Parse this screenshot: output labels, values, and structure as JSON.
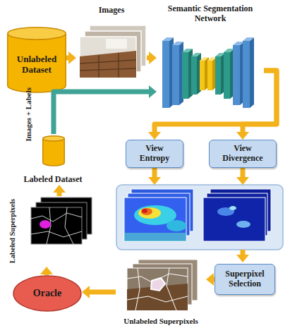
{
  "diagram": {
    "nodes": [
      {
        "text": [
          "Unlabeled Dataset"
        ]
      },
      {
        "text": [
          "Images"
        ]
      },
      {
        "text": [
          "Semantic Segmentation Network"
        ]
      },
      {
        "text": [
          "Labeled Dataset"
        ]
      },
      {
        "text": [
          "View Entropy"
        ]
      },
      {
        "text": [
          "View Divergence"
        ]
      },
      {
        "text": [
          "Superpixel Selection"
        ]
      },
      {
        "text": [
          "Unlabeled Superpixels"
        ]
      },
      {
        "text": [
          "Oracle"
        ]
      },
      {
        "text": [
          "Labeled Superpixels"
        ]
      }
    ],
    "edges": [
      {
        "from": 0,
        "to": 1,
        "arrow": "to"
      },
      {
        "from": 1,
        "to": 2,
        "arrow": "to"
      },
      {
        "from": 3,
        "to": 2,
        "label": "Images + Labels",
        "arrow": "to"
      },
      {
        "from": 2,
        "to": 4,
        "arrow": "to"
      },
      {
        "from": 2,
        "to": 5,
        "arrow": "to"
      },
      {
        "from": 6,
        "to": 7,
        "arrow": "to"
      },
      {
        "from": 7,
        "to": 8,
        "arrow": "to"
      },
      {
        "from": 8,
        "to": 9,
        "arrow": "to"
      },
      {
        "from": 9,
        "to": 3,
        "arrow": "to"
      }
    ]
  }
}
